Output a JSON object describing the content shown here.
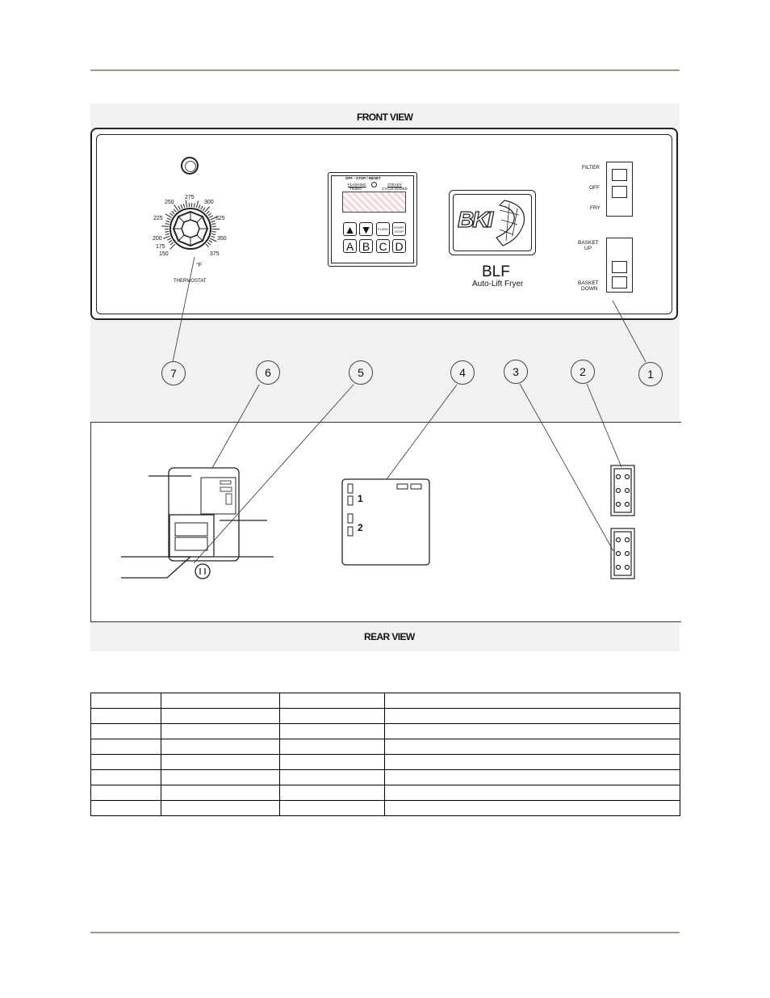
{
  "captions": {
    "front": "FRONT VIEW",
    "rear": "REAR VIEW"
  },
  "thermostat": {
    "label": "THERMOSTAT",
    "unit": "°F",
    "ticks": [
      "150",
      "175",
      "200",
      "225",
      "250",
      "275",
      "300",
      "325",
      "350",
      "375"
    ]
  },
  "keypad": {
    "header": "OFF - STOP / RESET",
    "left_label_1": "FLASHING",
    "left_label_2": "TIMING",
    "right_label_1": "STEADY",
    "right_label_2": "CYCLE ENDED",
    "flash_key": "FLASH",
    "start_key_1": "START",
    "start_key_2": "STOP",
    "keys": [
      "A",
      "B",
      "C",
      "D"
    ]
  },
  "brand": {
    "logo": "BKI",
    "model": "BLF",
    "subtitle": "Auto-Lift Fryer"
  },
  "switches": {
    "filter": {
      "top": "FILTER",
      "mid": "OFF",
      "bottom": "FRY"
    },
    "basket": {
      "top_1": "BASKET",
      "top_2": "UP",
      "bottom_1": "BASKET",
      "bottom_2": "DOWN"
    }
  },
  "callouts": [
    "7",
    "6",
    "5",
    "4",
    "3",
    "2",
    "1"
  ],
  "rear_board": {
    "label_1": "1",
    "label_2": "2"
  },
  "parts_table": {
    "rows": [
      [
        "",
        "",
        "",
        ""
      ],
      [
        "",
        "",
        "",
        ""
      ],
      [
        "",
        "",
        "",
        ""
      ],
      [
        "",
        "",
        "",
        ""
      ],
      [
        "",
        "",
        "",
        ""
      ],
      [
        "",
        "",
        "",
        ""
      ],
      [
        "",
        "",
        "",
        ""
      ],
      [
        "",
        "",
        "",
        ""
      ]
    ]
  },
  "colors": {
    "rule": "#9a9d86",
    "figure_bg": "#f1f1f1",
    "display_hatch": "#f7d7d7"
  }
}
